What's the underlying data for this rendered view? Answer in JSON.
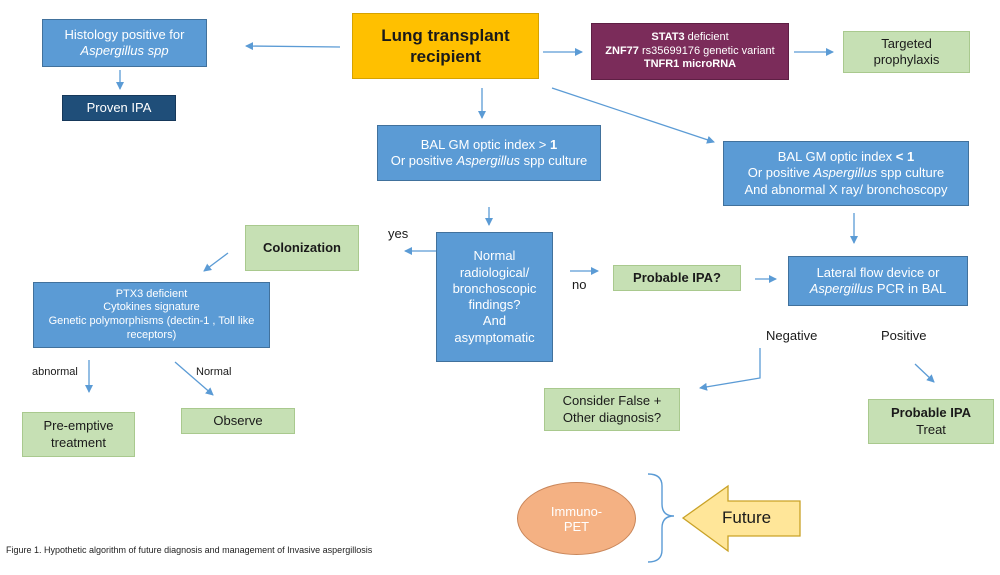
{
  "nodes": {
    "recipient": "Lung transplant recipient",
    "histology": {
      "line1": "Histology positive for",
      "line2": "Aspergillus spp"
    },
    "proven_ipa": "Proven IPA",
    "genetic": {
      "stat3_bold": "STAT3",
      "stat3_rest": " deficient",
      "znf77_bold": "ZNF77",
      "znf77_rest": " rs35699176 genetic variant",
      "tnfr1": "TNFR1 microRNA"
    },
    "targeted": "Targeted prophylaxis",
    "bal_high": {
      "line1": "BAL GM optic index > ",
      "line1_bold": "1",
      "line2_pre": "Or positive ",
      "line2_ital": "Aspergillus",
      "line2_post": " spp culture"
    },
    "bal_low": {
      "line1": "BAL GM optic index ",
      "line1_bold": "< 1",
      "line2_pre": "Or positive ",
      "line2_ital": "Aspergillus",
      "line2_post": " spp culture",
      "line3": "And abnormal X ray/ bronchoscopy"
    },
    "colonization": "Colonization",
    "normal_findings": {
      "line1": "Normal",
      "line2": "radiological/",
      "line3": "bronchoscopic",
      "line4": "findings?",
      "line5": "And",
      "line6": "asymptomatic"
    },
    "probable_q": "Probable IPA?",
    "lateral_flow": {
      "line1": "Lateral flow device  or",
      "line2_ital": "Aspergillus",
      "line2_post": " PCR in BAL"
    },
    "ptx3": {
      "line1": "PTX3 deficient",
      "line2": "Cytokines signature",
      "line3": "Genetic polymorphisms  (dectin-1 , Toll like",
      "line4": "receptors)"
    },
    "preemptive": "Pre-emptive treatment",
    "observe": "Observe",
    "false_pos": {
      "line1": "Consider False +",
      "line2": "Other diagnosis?"
    },
    "probable_treat": {
      "line1": "Probable IPA",
      "line2": "Treat"
    },
    "immuno_pet": {
      "line1": "Immuno-",
      "line2": "PET"
    },
    "future": "Future"
  },
  "edge_labels": {
    "yes": "yes",
    "no": "no",
    "abnormal": "abnormal",
    "normal": "Normal",
    "negative": "Negative",
    "positive": "Positive"
  },
  "caption": "Figure 1. Hypothetic algorithm of future diagnosis and management of Invasive aspergillosis",
  "colors": {
    "arrow": "#5b9bd5",
    "blue": "#5b9bd5",
    "green": "#c6e0b4",
    "navy": "#1f4e79",
    "purple": "#7b2c5a",
    "orange": "#ffc000",
    "oval": "#f4b183",
    "future_arrow": "#ffe699"
  }
}
